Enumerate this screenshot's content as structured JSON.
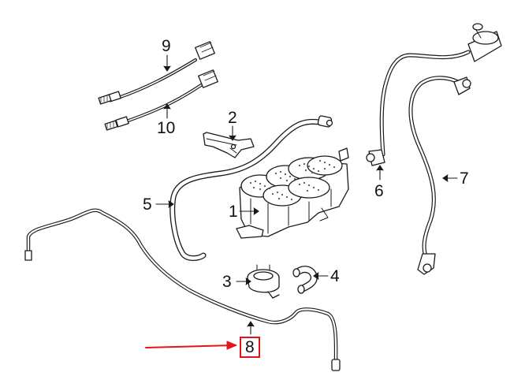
{
  "callouts": [
    {
      "id": "1",
      "label": "1"
    },
    {
      "id": "2",
      "label": "2"
    },
    {
      "id": "3",
      "label": "3"
    },
    {
      "id": "4",
      "label": "4"
    },
    {
      "id": "5",
      "label": "5"
    },
    {
      "id": "6",
      "label": "6"
    },
    {
      "id": "7",
      "label": "7"
    },
    {
      "id": "8",
      "label": "8",
      "highlighted": true
    },
    {
      "id": "9",
      "label": "9"
    },
    {
      "id": "10",
      "label": "10"
    }
  ],
  "colors": {
    "line": "#1a1a1a",
    "highlight": "#e0141b",
    "fill": "#ffffff",
    "dots": "#555555"
  }
}
